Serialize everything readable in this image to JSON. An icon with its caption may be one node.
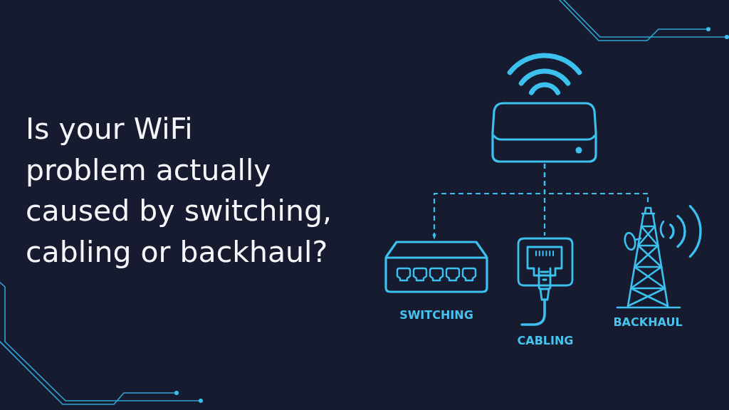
{
  "diagram": {
    "title": "Is your WiFi problem actually caused by switching, cabling or backhaul?",
    "nodes": [
      {
        "text": [],
        "shape": "picture"
      },
      {
        "text": [],
        "shape": "picture",
        "beside": [
          "SWITCHING"
        ]
      },
      {
        "text": [],
        "shape": "picture",
        "beside": [
          "CABLING"
        ]
      },
      {
        "text": [],
        "shape": "picture",
        "beside": [
          "BACKHAUL"
        ]
      }
    ],
    "edges": [
      {
        "from": 0,
        "to": 1,
        "arrow": "to",
        "style": "dashed"
      },
      {
        "from": 0,
        "to": 2,
        "arrow": "none",
        "style": "dashed"
      },
      {
        "from": 0,
        "to": 3,
        "arrow": "none",
        "style": "dashed"
      }
    ]
  }
}
